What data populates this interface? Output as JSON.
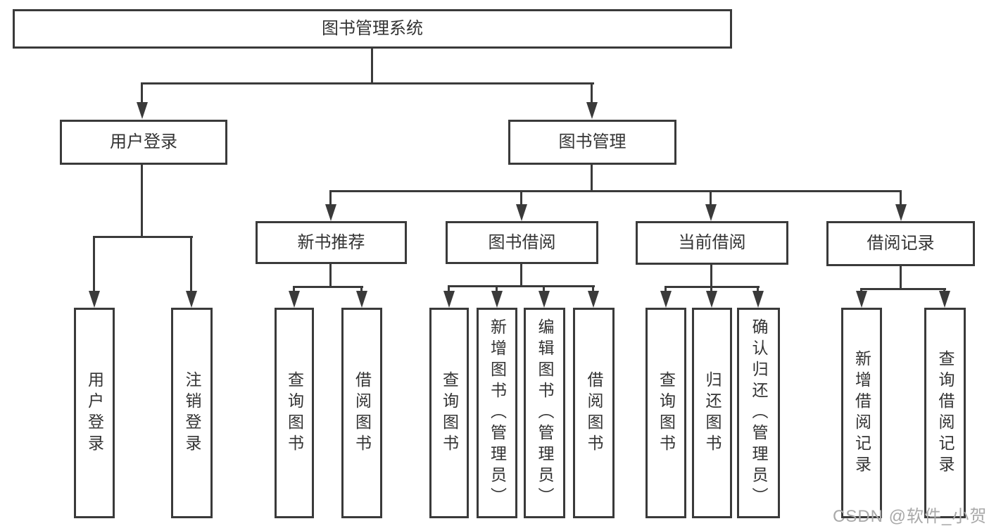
{
  "nodes": {
    "root": {
      "label": "图书管理系统"
    },
    "user_login": {
      "label": "用户登录"
    },
    "book_mgmt": {
      "label": "图书管理"
    },
    "new_book": {
      "label": "新书推荐"
    },
    "book_borrow": {
      "label": "图书借阅"
    },
    "current_borrow": {
      "label": "当前借阅"
    },
    "borrow_record": {
      "label": "借阅记录"
    }
  },
  "leaves": [
    {
      "label": "用户登录"
    },
    {
      "label": "注销登录"
    },
    {
      "label": "查询图书"
    },
    {
      "label": "借阅图书"
    },
    {
      "label": "查询图书"
    },
    {
      "label": "新增图书（管理员）"
    },
    {
      "label": "编辑图书（管理员）"
    },
    {
      "label": "借阅图书"
    },
    {
      "label": "查询图书"
    },
    {
      "label": "归还图书"
    },
    {
      "label": "确认归还（管理员）"
    },
    {
      "label": "新增借阅记录"
    },
    {
      "label": "查询借阅记录"
    }
  ],
  "watermark": {
    "text": "CSDN @软件_小贺同学"
  },
  "colors": {
    "stroke": "#3a3a3a",
    "text": "#333333",
    "background": "#ffffff",
    "watermark": "#a9a9a9"
  }
}
